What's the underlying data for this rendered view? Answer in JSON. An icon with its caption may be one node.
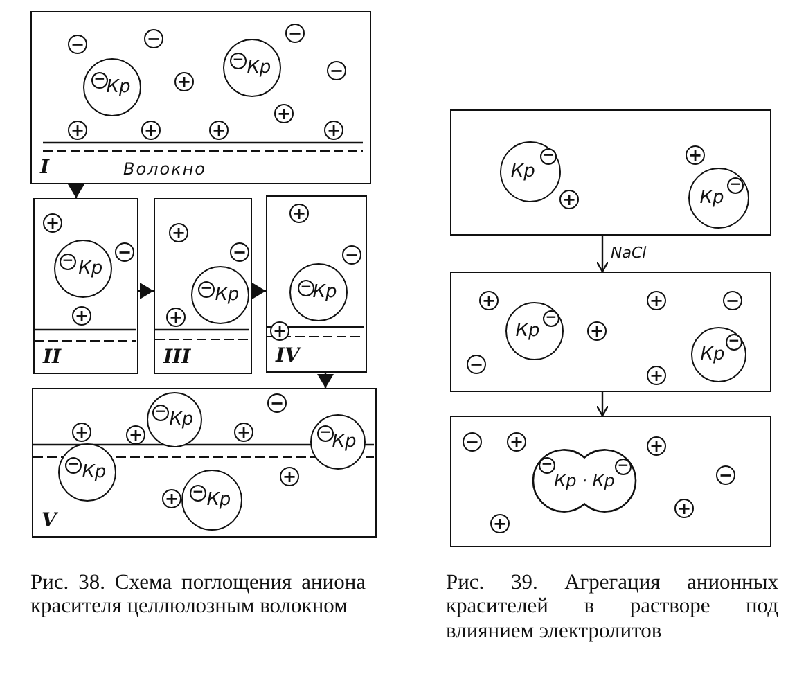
{
  "diagram": {
    "nodes": [
      {
        "text": [
          "I",
          "Волокно"
        ]
      },
      {
        "text": [
          "−"
        ],
        "in": 0
      },
      {
        "text": [
          "−"
        ],
        "in": 0
      },
      {
        "text": [
          "−"
        ],
        "in": 0
      },
      {
        "text": [
          "−"
        ],
        "in": 0
      },
      {
        "text": [
          "Кр"
        ],
        "in": 0
      },
      {
        "text": [
          "−"
        ],
        "in": 5
      },
      {
        "text": [
          "Кр"
        ],
        "in": 0
      },
      {
        "text": [
          "−"
        ],
        "in": 7
      },
      {
        "text": [
          "+"
        ],
        "in": 0
      },
      {
        "text": [
          "+"
        ],
        "in": 0
      },
      {
        "text": [
          "+"
        ],
        "in": 0
      },
      {
        "text": [
          "+"
        ],
        "in": 0
      },
      {
        "text": [
          "+"
        ],
        "in": 0
      },
      {
        "text": [
          "+"
        ],
        "in": 0
      },
      {
        "text": [
          "II"
        ]
      },
      {
        "text": [
          "+"
        ],
        "in": 15
      },
      {
        "text": [
          "Кр"
        ],
        "in": 15
      },
      {
        "text": [
          "−"
        ],
        "in": 17
      },
      {
        "text": [
          "−"
        ],
        "in": 15
      },
      {
        "text": [
          "+"
        ],
        "in": 15
      },
      {
        "text": [
          "III"
        ]
      },
      {
        "text": [
          "+"
        ],
        "in": 21
      },
      {
        "text": [
          "−"
        ],
        "in": 21
      },
      {
        "text": [
          "Кр"
        ],
        "in": 21
      },
      {
        "text": [
          "−"
        ],
        "in": 24
      },
      {
        "text": [
          "+"
        ],
        "in": 21
      },
      {
        "text": [
          "IV"
        ]
      },
      {
        "text": [
          "+"
        ],
        "in": 27
      },
      {
        "text": [
          "−"
        ],
        "in": 27
      },
      {
        "text": [
          "Кр"
        ],
        "in": 27
      },
      {
        "text": [
          "−"
        ],
        "in": 30
      },
      {
        "text": [
          "+"
        ],
        "in": 27
      },
      {
        "text": [
          "V"
        ]
      },
      {
        "text": [
          "Кр"
        ],
        "in": 33
      },
      {
        "text": [
          "−"
        ],
        "in": 34
      },
      {
        "text": [
          "−"
        ],
        "in": 33
      },
      {
        "text": [
          "+"
        ],
        "in": 33
      },
      {
        "text": [
          "+"
        ],
        "in": 33
      },
      {
        "text": [
          "+"
        ],
        "in": 33
      },
      {
        "text": [
          "Кр"
        ],
        "in": 33
      },
      {
        "text": [
          "−"
        ],
        "in": 40
      },
      {
        "text": [
          "Кр"
        ],
        "in": 33
      },
      {
        "text": [
          "−"
        ],
        "in": 42
      },
      {
        "text": [
          "+"
        ],
        "in": 33
      },
      {
        "text": [
          "+"
        ],
        "in": 33
      },
      {
        "text": [
          "Кр"
        ],
        "in": 33
      },
      {
        "text": [
          "−"
        ],
        "in": 46
      },
      {
        "text": [],
        "shape": "box"
      },
      {
        "text": [
          "Кр"
        ],
        "in": 48
      },
      {
        "text": [
          "−"
        ],
        "in": 49
      },
      {
        "text": [
          "+"
        ],
        "in": 48
      },
      {
        "text": [
          "+"
        ],
        "in": 48
      },
      {
        "text": [
          "Кр"
        ],
        "in": 48
      },
      {
        "text": [
          "−"
        ],
        "in": 53
      },
      {
        "text": [],
        "shape": "box"
      },
      {
        "text": [
          "+"
        ],
        "in": 55
      },
      {
        "text": [
          "Кр"
        ],
        "in": 55
      },
      {
        "text": [
          "−"
        ],
        "in": 57
      },
      {
        "text": [
          "+"
        ],
        "in": 55
      },
      {
        "text": [
          "−"
        ],
        "in": 55
      },
      {
        "text": [
          "+"
        ],
        "in": 55
      },
      {
        "text": [
          "−"
        ],
        "in": 55
      },
      {
        "text": [
          "Кр"
        ],
        "in": 55
      },
      {
        "text": [
          "−"
        ],
        "in": 63
      },
      {
        "text": [
          "+"
        ],
        "in": 55
      },
      {
        "text": [],
        "shape": "box"
      },
      {
        "text": [
          "−"
        ],
        "in": 66
      },
      {
        "text": [
          "+"
        ],
        "in": 66
      },
      {
        "text": [
          "Кр · Кр"
        ],
        "in": 66
      },
      {
        "text": [
          "−"
        ],
        "in": 69
      },
      {
        "text": [
          "−"
        ],
        "in": 69
      },
      {
        "text": [
          "+"
        ],
        "in": 66
      },
      {
        "text": [
          "−"
        ],
        "in": 66
      },
      {
        "text": [
          "+"
        ],
        "in": 66
      },
      {
        "text": [
          "+"
        ],
        "in": 66
      }
    ],
    "edges": [
      {
        "from": 0,
        "to": 15,
        "arrow": "to"
      },
      {
        "from": 15,
        "to": 21,
        "arrow": "to"
      },
      {
        "from": 21,
        "to": 27,
        "arrow": "to"
      },
      {
        "from": 27,
        "to": 33,
        "arrow": "to"
      },
      {
        "from": 48,
        "to": 55,
        "arrow": "to",
        "label": "NaCl"
      },
      {
        "from": 55,
        "to": 66,
        "arrow": "to"
      }
    ],
    "labels": [
      "Рис. 38. Схема поглощения аниона красителя целлюлозным волокном",
      "Рис. 39. Агрегация анионных красителей в растворе под влиянием электролитов"
    ]
  }
}
